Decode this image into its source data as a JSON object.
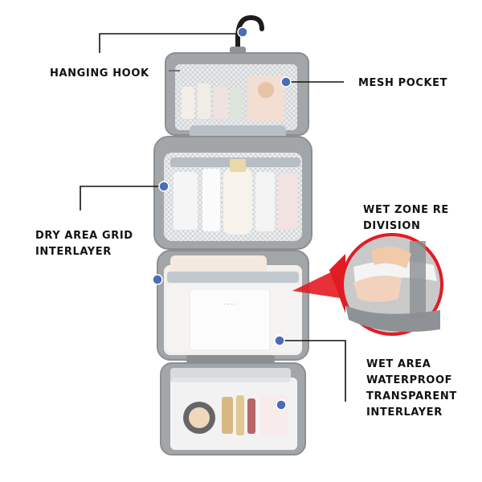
{
  "image": {
    "callouts": {
      "hanging_hook": "HANGING HOOK",
      "mesh_pocket": "MESH POCKET",
      "dry_area": "DRY AREA GRID\nINTERLAYER",
      "wet_zone": "WET ZONE RE\nDIVISION",
      "wet_area": "WET AREA\nWATERPROOF\nTRANSPARENT\nINTERLAYER"
    },
    "colors": {
      "bag_gray": "#9da1a4",
      "bag_dark": "#7d8185",
      "mesh": "#c9ccce",
      "marker": "#4b6cb7",
      "accent_red": "#e31b23",
      "text": "#111111"
    }
  }
}
